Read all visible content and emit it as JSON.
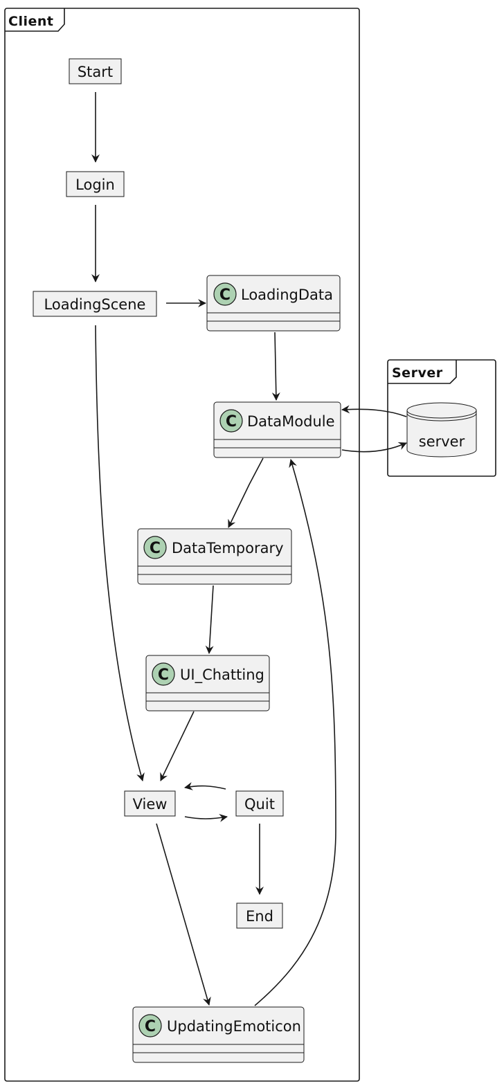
{
  "frames": {
    "client": "Client",
    "server": "Server"
  },
  "nodes": {
    "start": "Start",
    "login": "Login",
    "loading_scene": "LoadingScene",
    "view": "View",
    "quit": "Quit",
    "end": "End"
  },
  "classes": {
    "loading_data": "LoadingData",
    "data_module": "DataModule",
    "data_temporary": "DataTemporary",
    "ui_chatting": "UI_Chatting",
    "updating_emoticon": "UpdatingEmoticon"
  },
  "class_icon_letter": "C",
  "database": {
    "label": "server"
  },
  "colors": {
    "node_fill": "#f1f1f1",
    "class_icon": "#add1b2",
    "stroke": "#181818"
  }
}
